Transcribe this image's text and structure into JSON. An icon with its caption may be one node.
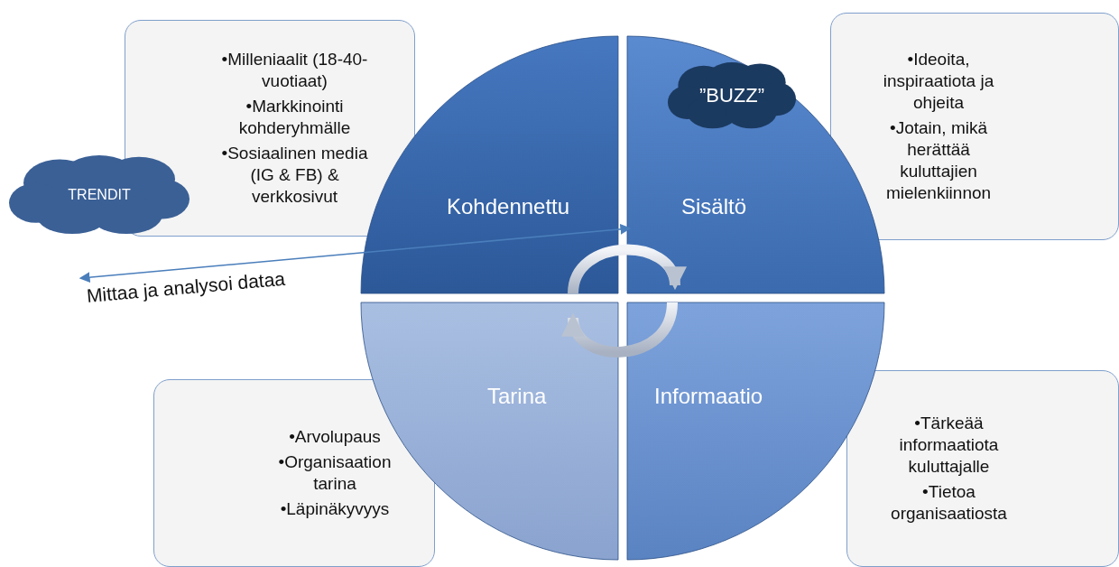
{
  "diagram": {
    "nodes": [
      {
        "text": [
          "•Milleniaalit (18-40-vuotiaat)",
          "•Markkinointi kohderyhmälle",
          "•Sosiaalinen media (IG & FB) & verkkosivut"
        ]
      },
      {
        "text": [
          "•Ideoita, inspiraatiota ja ohjeita",
          "•Jotain, mikä herättää kuluttajien mielenkiinnon"
        ]
      },
      {
        "text": [
          "•Arvolupaus",
          "•Organisaation tarina",
          "•Läpinäkyvyys"
        ]
      },
      {
        "text": [
          "•Tärkeää informaatiota kuluttajalle",
          "•Tietoa organisaatiosta"
        ]
      },
      {
        "text": [
          "Kohdennettu"
        ]
      },
      {
        "text": [
          "Sisältö"
        ]
      },
      {
        "text": [
          "Tarina"
        ]
      },
      {
        "text": [
          "Informaatio"
        ]
      },
      {
        "text": [
          "TRENDIT"
        ]
      },
      {
        "text": [
          "”BUZZ”"
        ],
        "in": 5
      }
    ],
    "edges": [
      {
        "from": 4,
        "to": 5,
        "arrow": "to",
        "style": "thick"
      },
      {
        "from": 7,
        "to": 6,
        "arrow": "to",
        "style": "thick"
      },
      {
        "from": 5,
        "to": null,
        "arrow": "both",
        "label": "Mittaa ja analysoi dataa"
      }
    ]
  }
}
